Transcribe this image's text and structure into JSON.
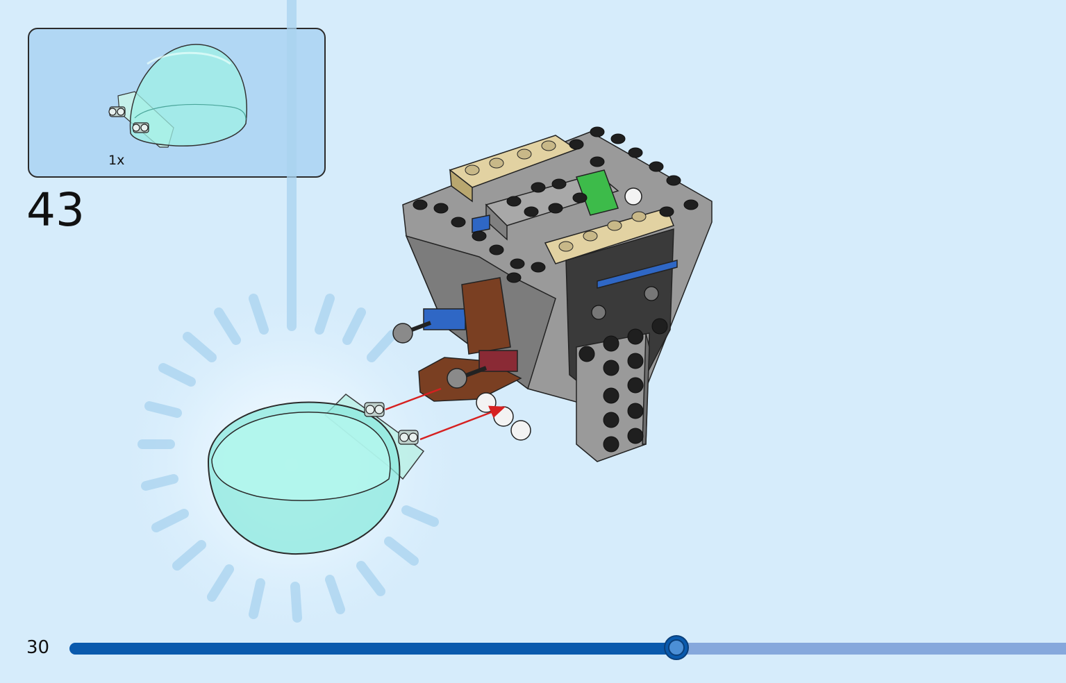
{
  "parts_callout": {
    "quantity": "1x",
    "part_icon": "transparent-light-aqua-dome-with-clips"
  },
  "step": {
    "number": "43",
    "illustration": "build-assembly-attach-dome-icon"
  },
  "footer": {
    "page_number": "30",
    "progress_fraction": 0.609
  },
  "colors": {
    "background": "#d6ecfb",
    "callout_background": "#b1d7f4",
    "progress_fill": "#0a5aad",
    "progress_track": "#86a8dc",
    "dome": "#7ee8de",
    "arrow": "#d62020"
  }
}
